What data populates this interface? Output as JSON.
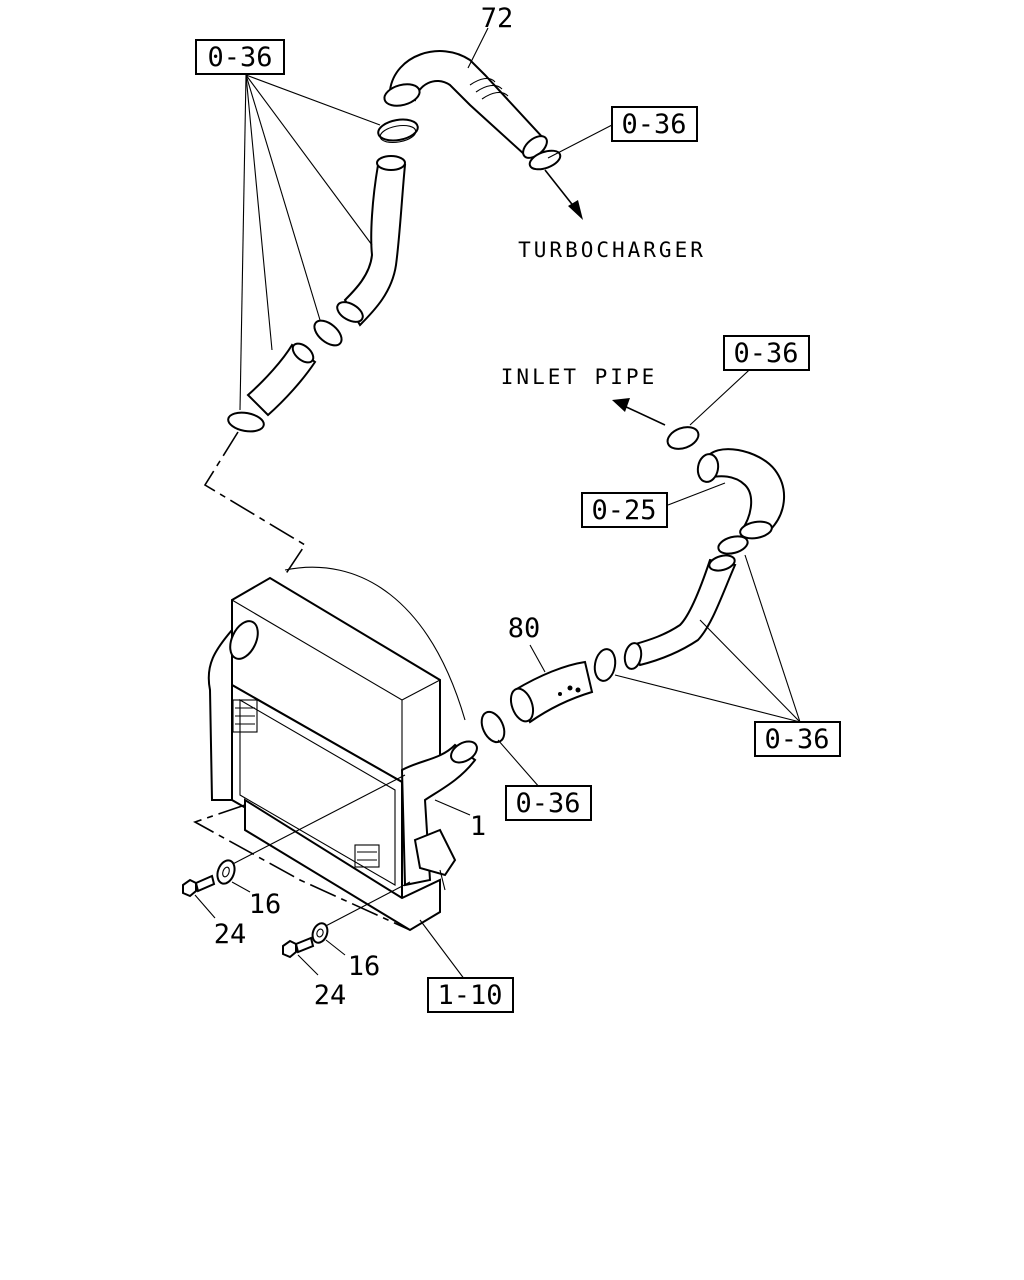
{
  "refs": {
    "r1": "0-36",
    "r2": "0-36",
    "r3": "0-36",
    "r4": "0-25",
    "r5": "0-36",
    "r6": "0-36",
    "r7": "1-10"
  },
  "numbers": {
    "n72": "72",
    "n80": "80",
    "n1": "1",
    "n16a": "16",
    "n24a": "24",
    "n16b": "16",
    "n24b": "24"
  },
  "notes": {
    "turbo": "TURBOCHARGER",
    "inlet": "INLET PIPE"
  }
}
